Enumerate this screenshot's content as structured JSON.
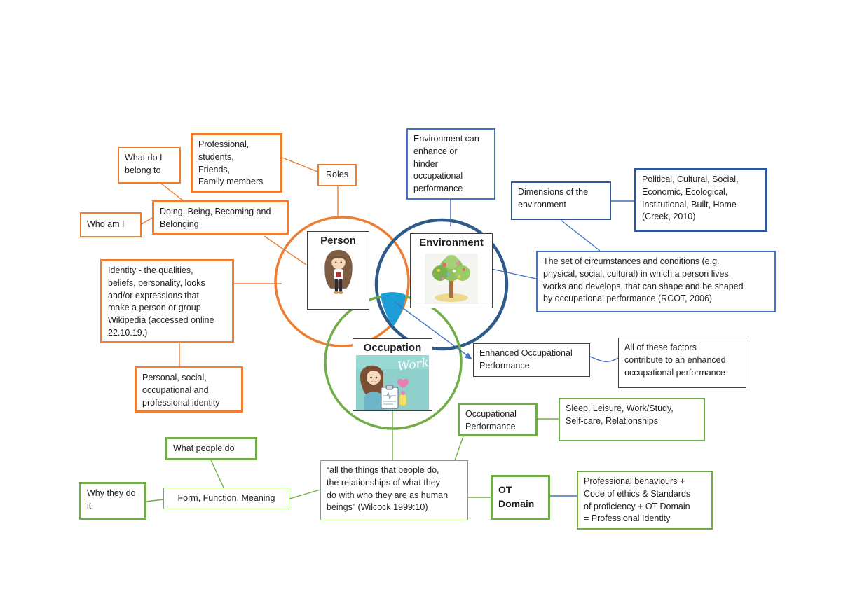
{
  "title": "Person-Environment-Occupation concept map",
  "colors": {
    "orange": "#ED7D31",
    "blue_light": "#4472C4",
    "blue_dark": "#2E5597",
    "navy_circle": "#2E5A88",
    "green": "#70AD47",
    "box_dark": "#404040",
    "lens_blue": "#1E9ED6"
  },
  "venn": {
    "person": "Person",
    "environment": "Environment",
    "occupation": "Occupation",
    "work_caption": "Work",
    "illustrations": {
      "person": "girl-cartoon-illustration",
      "environment": "tree-illustration",
      "occupation": "work-girl-clipboard-illustration"
    }
  },
  "person_cluster": {
    "what_belong": "What do I\nbelong to",
    "professional": "Professional,\nstudents,\nFriends,\nFamily members",
    "roles": "Roles",
    "who_am_i": "Who am I",
    "doing_being": "Doing, Being, Becoming and\nBelonging",
    "identity": "Identity - the qualities,\nbeliefs, personality, looks\nand/or expressions that\nmake a person or group\nWikipedia (accessed online\n22.10.19.)",
    "personal_social": "Personal, social,\noccupational and\nprofessional identity"
  },
  "environment_cluster": {
    "env_can": "Environment can\nenhance or\nhinder\noccupational\nperformance",
    "dimensions": "Dimensions of the\nenvironment",
    "political": "Political, Cultural, Social,\nEconomic, Ecological,\nInstitutional, Built, Home\n(Creek, 2010)",
    "set_of": "The set of circumstances and conditions (e.g.\nphysical, social, cultural) in which a person lives,\nworks and develops, that can shape and be shaped\nby occupational performance (RCOT, 2006)"
  },
  "performance_cluster": {
    "enhanced": "Enhanced Occupational\nPerformance",
    "all_factors": "All of these factors\ncontribute to an enhanced\noccupational performance",
    "occ_perf": "Occupational\nPerformance",
    "sleep": "Sleep, Leisure, Work/Study,\nSelf-care, Relationships"
  },
  "occupation_cluster": {
    "what_people": "What people do",
    "why_they": "Why they do\nit",
    "form_function": "Form, Function, Meaning",
    "quote": "“all the things that people do,\nthe relationships of what they\ndo with who they are as human\nbeings” (Wilcock 1999:10)",
    "ot_domain": "OT\nDomain",
    "prof_behaviours": "Professional behaviours +\nCode of ethics & Standards\nof proficiency + OT Domain\n= Professional Identity"
  }
}
